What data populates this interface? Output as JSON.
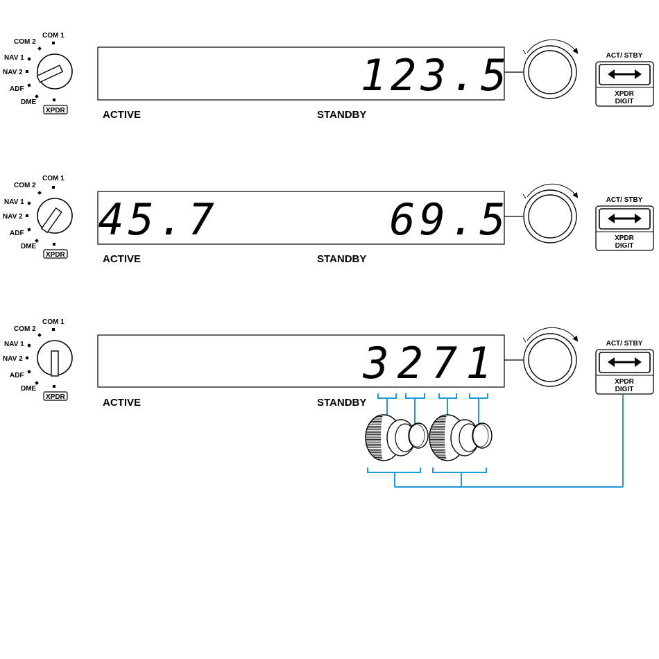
{
  "selector_labels": {
    "com1": "COM 1",
    "com2": "COM 2",
    "nav1": "NAV 1",
    "nav2": "NAV 2",
    "adf": "ADF",
    "dme": "DME",
    "xpdr": "XPDR"
  },
  "buttons": {
    "swap_top": "ACT/ STBY",
    "swap_bottom_line1": "XPDR",
    "swap_bottom_line2": "DIGIT"
  },
  "panels": [
    {
      "selected_mode": "ADF",
      "active_label": "ACTIVE",
      "standby_label": "STANDBY",
      "active_value": "",
      "standby_value": "123.5"
    },
    {
      "selected_mode": "DME",
      "active_label": "ACTIVE",
      "standby_label": "STANDBY",
      "active_value": "45.7",
      "standby_value": "69.5"
    },
    {
      "selected_mode": "XPDR",
      "active_label": "ACTIVE",
      "standby_label": "STANDBY",
      "active_value": "",
      "standby_value": "3271"
    }
  ],
  "colors": {
    "line": "#000000",
    "connector": "#1a9bd7",
    "background": "#ffffff"
  },
  "icons": {
    "swap": "double-arrow-icon",
    "rotary": "rotary-knob-icon",
    "dual_knob": "dual-concentric-knob-icon"
  }
}
